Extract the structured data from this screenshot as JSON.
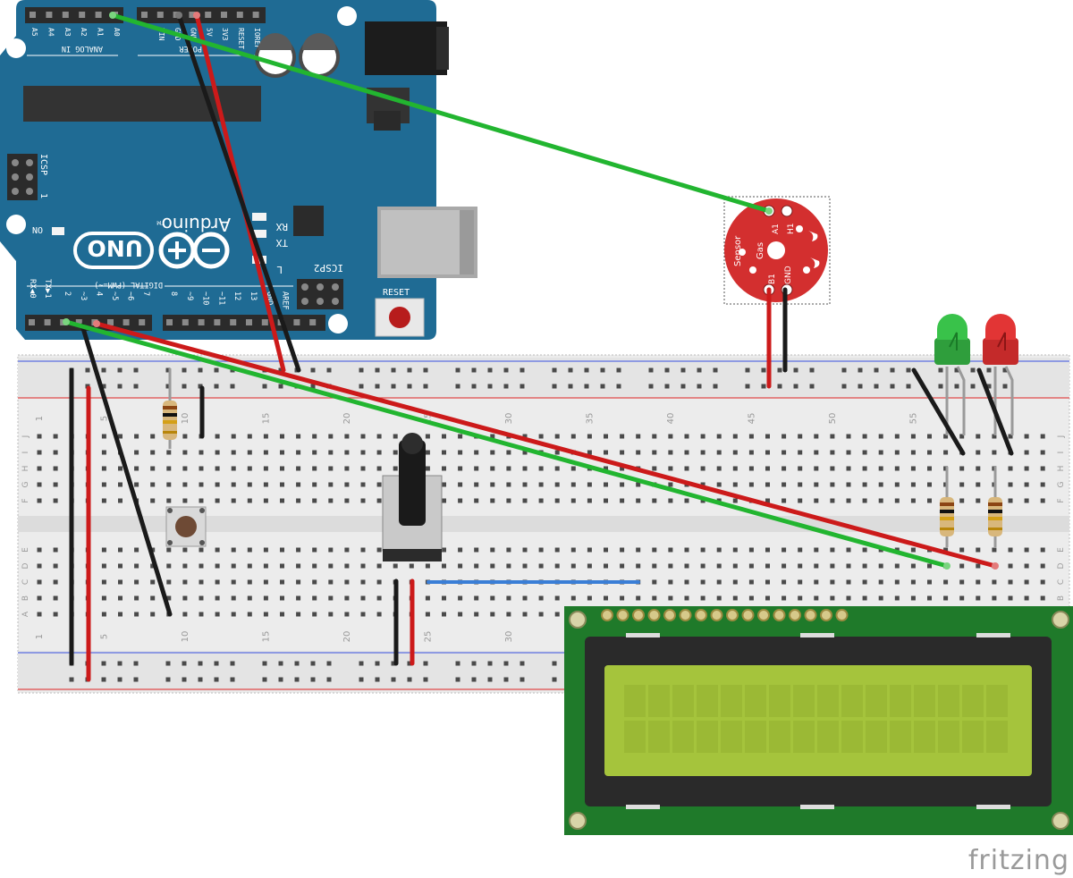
{
  "arduino": {
    "analog_header": "ANALOG IN",
    "analog_pins": [
      "A5",
      "A4",
      "A3",
      "A2",
      "A1",
      "A0"
    ],
    "power_header": "POWER",
    "power_pins": [
      "VIN",
      "GND",
      "GND",
      "5V",
      "3V3",
      "RESET",
      "IOREF"
    ],
    "digital_header": "DIGITAL (PWM=~)",
    "digital_pins": [
      "0",
      "1",
      "2",
      "~3",
      "4",
      "~5",
      "~6",
      "7",
      "8",
      "~9",
      "~10",
      "~11",
      "12",
      "13",
      "GND",
      "AREF"
    ],
    "rx_tx_labels": [
      "RX◀0",
      "TX▶1"
    ],
    "icsp_label": "ICSP",
    "icsp2_label": "ICSP2",
    "icsp_num": "1",
    "on_label": "ON",
    "rx_label": "RX",
    "tx_label": "TX",
    "l_label": "L",
    "reset_label": "RESET",
    "brand": "Arduino",
    "model": "UNO",
    "tm": "TM",
    "board_color": "#1f6b94"
  },
  "breadboard": {
    "column_labels": [
      "1",
      "5",
      "10",
      "15",
      "20",
      "25",
      "30",
      "35",
      "40",
      "45",
      "50",
      "55"
    ],
    "row_labels_top": [
      "J",
      "I",
      "H",
      "G",
      "F"
    ],
    "row_labels_bottom": [
      "E",
      "D",
      "C",
      "B",
      "A"
    ]
  },
  "gas_sensor": {
    "label_sensor": "Sensor",
    "label_gas": "Gas",
    "pin_a1": "A1",
    "pin_h1": "H1",
    "pin_b1": "B1",
    "pin_gnd": "GND",
    "color": "#d32f2f"
  },
  "wire_colors": {
    "green": "#22b530",
    "red": "#cc1a1a",
    "black": "#1a1a1a",
    "blue": "#3a7ed6"
  },
  "lcd": {
    "pcb_color": "#1f7a2a",
    "screen_color": "#a5c43c"
  },
  "leds": {
    "green": "#39c24a",
    "red": "#e23535"
  },
  "footer": {
    "brand": "fritzing"
  }
}
